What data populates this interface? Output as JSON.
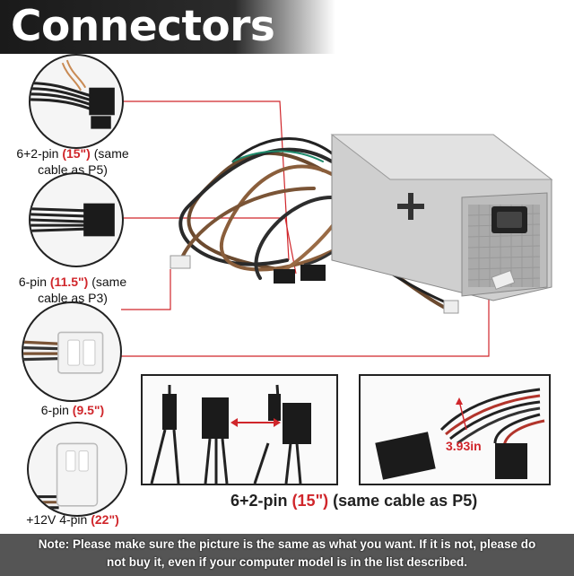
{
  "banner": {
    "title": "Connectors"
  },
  "callouts": [
    {
      "name": "6+2-pin",
      "length": "(15\")",
      "line1_suffix": " (same",
      "line2": "cable as P5)"
    },
    {
      "name": "6-pin",
      "length": "(11.5\")",
      "line1_suffix": " (same",
      "line2": "cable as P3)"
    },
    {
      "name": "6-pin",
      "length": "(9.5\")",
      "line1_suffix": "",
      "line2": ""
    },
    {
      "name": "+12V 4-pin",
      "length": "(22\")",
      "line1_suffix": "",
      "line2": ""
    }
  ],
  "detail": {
    "caption_name": "6+2-pin",
    "caption_length": "(15\")",
    "caption_suffix": "(same cable as P5)",
    "measure": "3.93in"
  },
  "note": {
    "line1": "Note: Please make sure the picture is the same as what you want. If it is not, please do",
    "line2": "not buy it,  even if your computer model is in the list described."
  },
  "colors": {
    "accent": "#d0262b",
    "banner": "#1f1f1f",
    "note_bar": "#555555"
  }
}
